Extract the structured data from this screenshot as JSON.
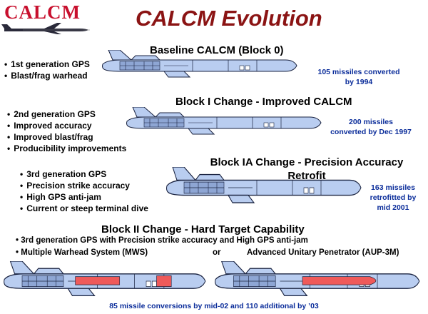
{
  "logo": {
    "text": "CALCM"
  },
  "title": "CALCM Evolution",
  "colors": {
    "title": "#8b1414",
    "note": "#0a2c9a",
    "missile_body": "#b9cdf0",
    "warhead": "#ef5a5a",
    "logo": "#c8102e"
  },
  "sections": [
    {
      "title": "Baseline CALCM (Block 0)",
      "bullets": [
        "1st generation GPS",
        "Blast/frag warhead"
      ],
      "note": [
        "105 missiles converted",
        "by 1994"
      ]
    },
    {
      "title": "Block I Change - Improved CALCM",
      "bullets": [
        "2nd generation GPS",
        "Improved accuracy",
        "Improved blast/frag",
        "Producibility improvements"
      ],
      "note": [
        "200 missiles",
        "converted by Dec 1997"
      ]
    },
    {
      "title_lines": [
        "Block IA Change - Precision Accuracy",
        "Retrofit"
      ],
      "bullets": [
        "3rd generation GPS",
        "Precision strike accuracy",
        "High GPS anti-jam",
        "Current or steep terminal dive"
      ],
      "note": [
        "163 missiles",
        "retrofitted by",
        "mid 2001"
      ]
    }
  ],
  "block2": {
    "title": "Block II Change - Hard Target Capability",
    "bullet": "3rd generation GPS with Precision strike accuracy and High GPS anti-jam",
    "option_left": "Multiple Warhead System (MWS)",
    "or_text": "or",
    "option_right": "Advanced Unitary Penetrator (AUP-3M)",
    "footer": "85 missile conversions by mid-02 and 110 additional by ’03"
  }
}
